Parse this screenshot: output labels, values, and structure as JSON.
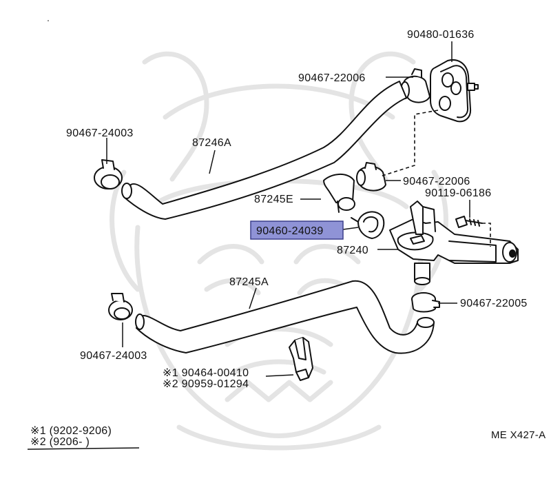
{
  "callouts": {
    "vacuum_valve": "90480-01636",
    "clamp_top": "90467-22006",
    "clamp_left_upper": "90467-24003",
    "hose_upper": "87246A",
    "clamp_mid": "90467-22006",
    "bolt": "90119-06186",
    "hose_elbow": "87245E",
    "clamp_highlight": "90460-24039",
    "water_valve": "87240",
    "hose_lower": "87245A",
    "clamp_right_lower": "90467-22005",
    "clamp_left_lower": "90467-24003",
    "bracket_part_1": "※1  90464-00410",
    "bracket_part_2": "※2  90959-01294"
  },
  "legend": {
    "note_1": "※1  (9202-9206)",
    "note_2": "※2  (9206-        )"
  },
  "figure_code": "ME X427-A",
  "colors": {
    "highlight_fill": "#8f93d6",
    "highlight_border": "#3c3f8c",
    "line": "#111111",
    "watermark": "#e4e4e4"
  }
}
